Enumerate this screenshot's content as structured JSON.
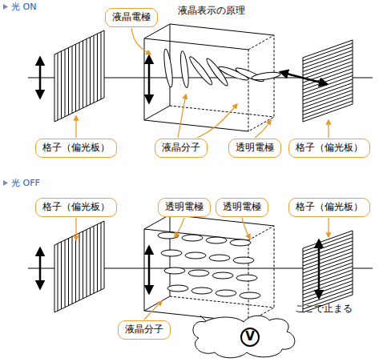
{
  "diagram": {
    "title": "液晶表示の原理",
    "nodes": [
      {
        "text": [
          "液晶電極"
        ]
      },
      {
        "text": [
          "格子（偏光板）"
        ]
      },
      {
        "text": [
          "液晶分子"
        ]
      },
      {
        "text": [
          "透明電極"
        ]
      },
      {
        "text": [
          "格子（偏光板）"
        ]
      },
      {
        "text": [
          "格子（偏光板）"
        ]
      },
      {
        "text": [
          "透明電極"
        ]
      },
      {
        "text": [
          "透明電極"
        ]
      },
      {
        "text": [
          "格子（偏光板）"
        ]
      },
      {
        "text": [
          "液晶分子"
        ]
      },
      {
        "text": [
          "V"
        ]
      }
    ],
    "labels": [
      "光 ON",
      "光 OFF",
      "ここで止まる"
    ]
  }
}
